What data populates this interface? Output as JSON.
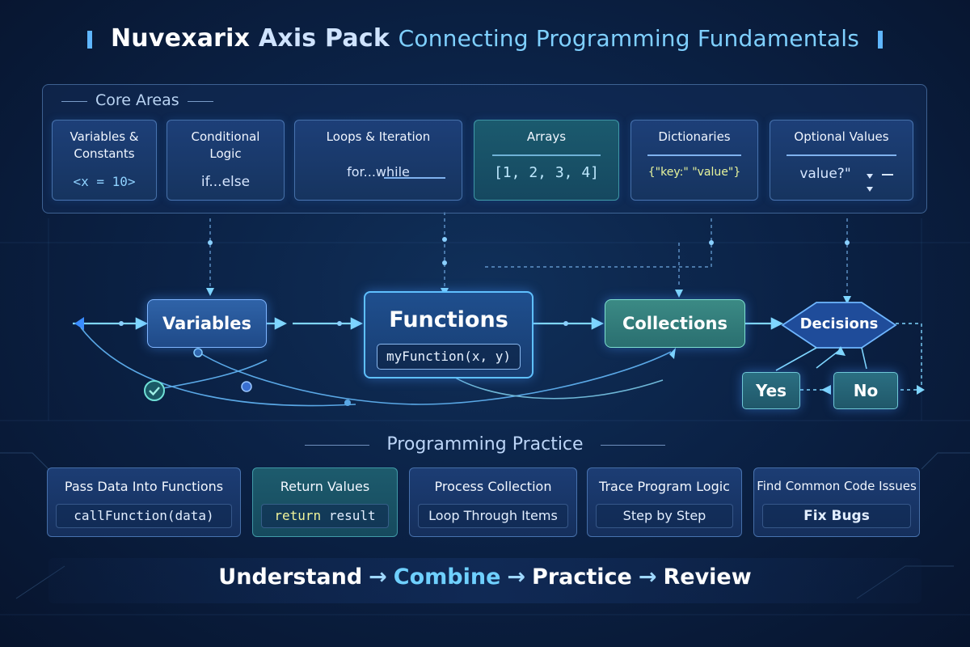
{
  "title": {
    "brand": "Nuvexarix",
    "product": "Axis Pack",
    "subtitle": "Connecting Programming Fundamentals"
  },
  "core_areas": {
    "heading": "Core Areas",
    "cards": [
      {
        "label": "Variables & Constants",
        "code": "<x = 10>"
      },
      {
        "label": "Conditional Logic",
        "code": "if...else"
      },
      {
        "label": "Loops & Iteration",
        "code": "for...while"
      },
      {
        "label": "Arrays",
        "code": "[1, 2, 3, 4]"
      },
      {
        "label": "Dictionaries",
        "code": "{\"key:\" \"value\"}"
      },
      {
        "label": "Optional Values",
        "code": "value?\""
      }
    ]
  },
  "flow": {
    "variables": "Variables",
    "functions": "Functions",
    "functions_code": "myFunction(x, y)",
    "collections": "Collections",
    "decisions": "Decisions",
    "yes": "Yes",
    "no": "No"
  },
  "practice": {
    "heading": "Programming Practice",
    "cards": [
      {
        "label": "Pass Data Into Functions",
        "detail": "callFunction(data)"
      },
      {
        "label": "Return Values",
        "detail_keyword": "return",
        "detail_value": "result"
      },
      {
        "label": "Process Collection",
        "detail": "Loop Through Items"
      },
      {
        "label": "Trace Program Logic",
        "detail": "Step by Step"
      },
      {
        "label": "Find Common Code Issues",
        "detail": "Fix Bugs"
      }
    ]
  },
  "footer": {
    "steps": [
      "Understand",
      "Combine",
      "Practice",
      "Review"
    ]
  },
  "colors": {
    "accent": "#6fd0ff",
    "node_blue": "#2f63a8",
    "node_teal": "#3b8a85",
    "keyword_yellow": "#f1f49a"
  }
}
